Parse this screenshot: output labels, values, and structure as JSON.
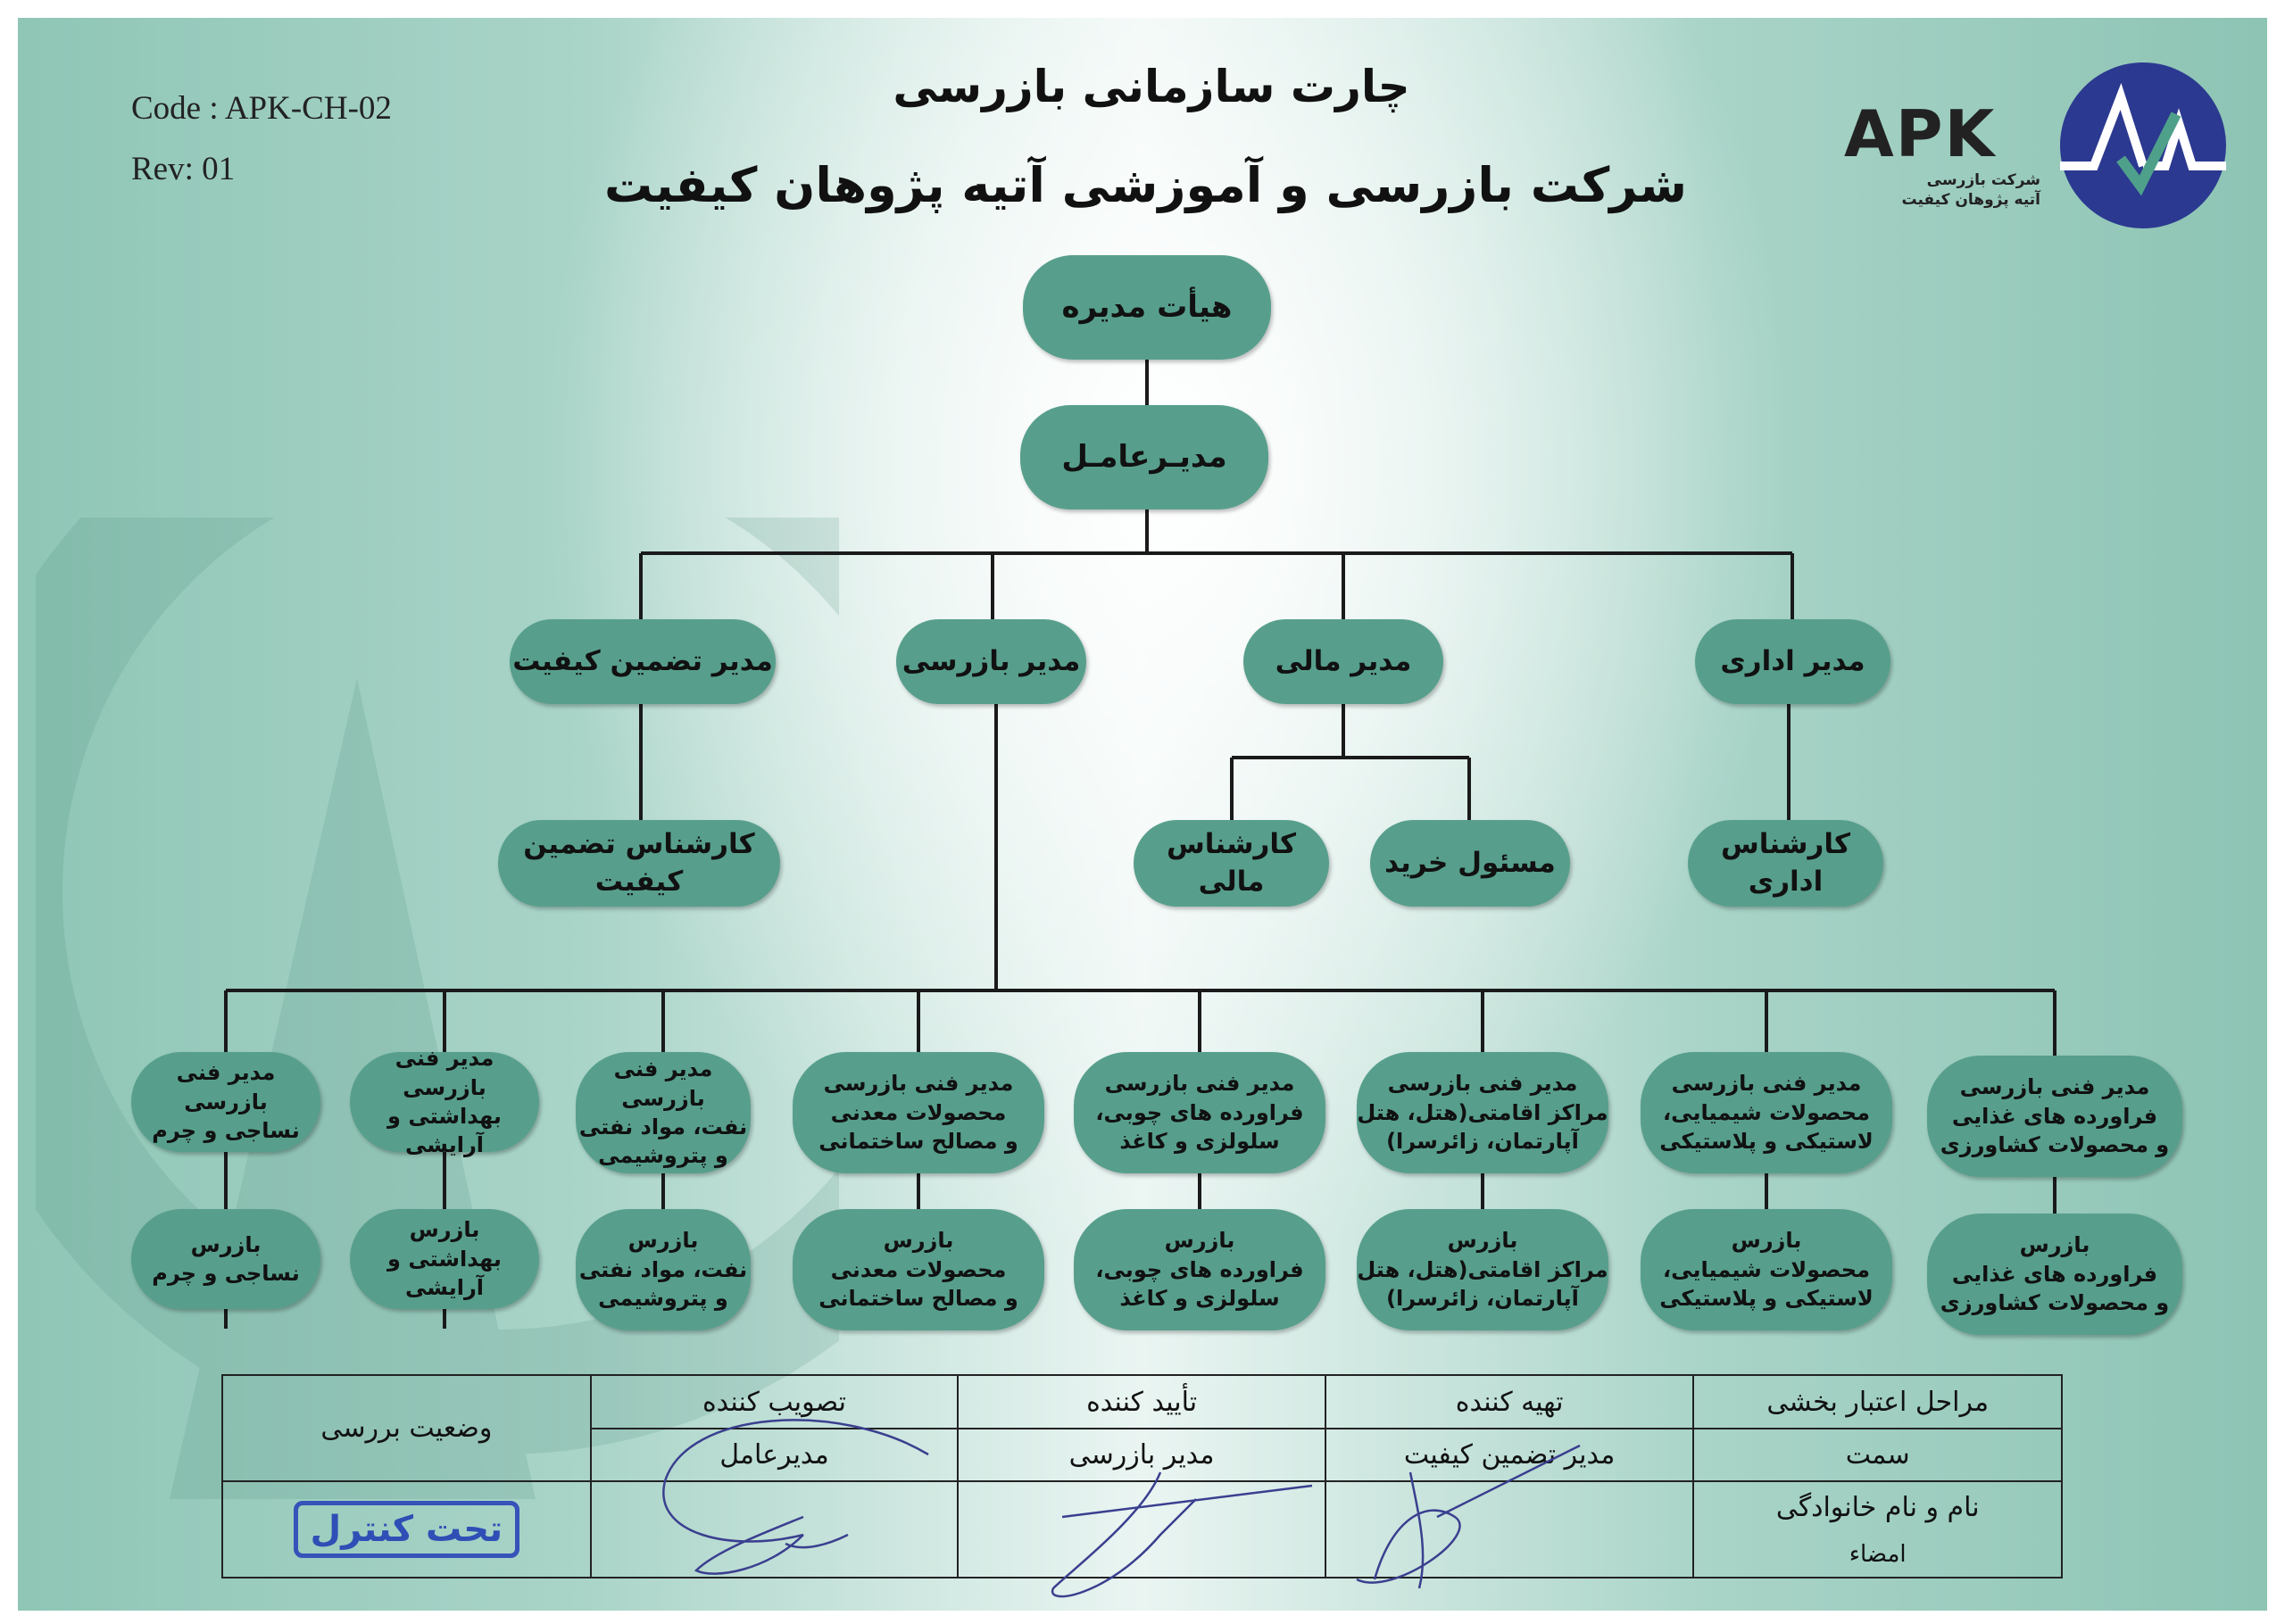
{
  "header": {
    "code": "Code : APK-CH-02",
    "rev": "Rev: 01",
    "title": "چارت سازمانی بازرسی",
    "company": "شرکت بازرسی و آموزشی آتیه پژوهان کیفیت",
    "logo": {
      "text": "APK",
      "sub1": "شرکت بازرسی",
      "sub2": "آتیه پژوهان کیفیت",
      "colors": {
        "circle": "#2b3990",
        "check": "#4fa08a"
      }
    }
  },
  "colors": {
    "node": "#579f8c",
    "line": "#1a1a1a",
    "stamp": "#2f4fb6"
  },
  "org": {
    "board": "هیأت مدیره",
    "ceo": "مدیـرعامـل",
    "managers": {
      "qa": "مدیر تضمین کیفیت",
      "inspection": "مدیر بازرسی",
      "finance": "مدیر مالی",
      "admin": "مدیر اداری"
    },
    "experts": {
      "qa": "کارشناس تضمین کیفیت",
      "finance": "کارشناس مالی",
      "purchasing": "مسئول خرید",
      "admin": "کارشناس اداری"
    },
    "technical_managers": [
      "مدیر فنی بازرسی\nنساجی و چرم",
      "مدیر فنی بازرسی\nبهداشتی و آرایشی",
      "مدیر فنی بازرسی\nنفت، مواد نفتی\nو پتروشیمی",
      "مدیر فنی بازرسی\nمحصولات معدنی\nو مصالح ساختمانی",
      "مدیر فنی بازرسی\nفراورده های چوبی،\nسلولزی و کاغذ",
      "مدیر فنی بازرسی\nمراکز اقامتی(هتل، هتل\nآپارتمان، زائرسرا)",
      "مدیر فنی بازرسی\nمحصولات شیمیایی،\nلاستیکی و پلاستیکی",
      "مدیر فنی بازرسی\nفراورده های غذایی\nو محصولات کشاورزی"
    ],
    "inspectors": [
      "بازرس\nنساجی و چرم",
      "بازرس\nبهداشتی و آرایشی",
      "بازرس\nنفت، مواد نفتی\nو پتروشیمی",
      "بازرس\nمحصولات معدنی\nو مصالح ساختمانی",
      "بازرس\nفراورده های چوبی،\nسلولزی و کاغذ",
      "بازرس\nمراکز اقامتی(هتل، هتل\nآپارتمان، زائرسرا)",
      "بازرس\nمحصولات شیمیایی،\nلاستیکی و پلاستیکی",
      "بازرس\nفراورده های غذایی\nو محصولات کشاورزی"
    ]
  },
  "approval_table": {
    "row_labels": [
      "مراحل اعتبار بخشی",
      "سمت",
      "نام و نام خانوادگی",
      "امضاء"
    ],
    "columns": [
      {
        "stage": "تهیه کننده",
        "role": "مدیر تضمین کیفیت"
      },
      {
        "stage": "تأیید کننده",
        "role": "مدیر بازرسی"
      },
      {
        "stage": "تصویب کننده",
        "role": "مدیرعامل"
      }
    ],
    "status_label": "وضعیت بررسی",
    "status_stamp": "تحت کنترل"
  }
}
